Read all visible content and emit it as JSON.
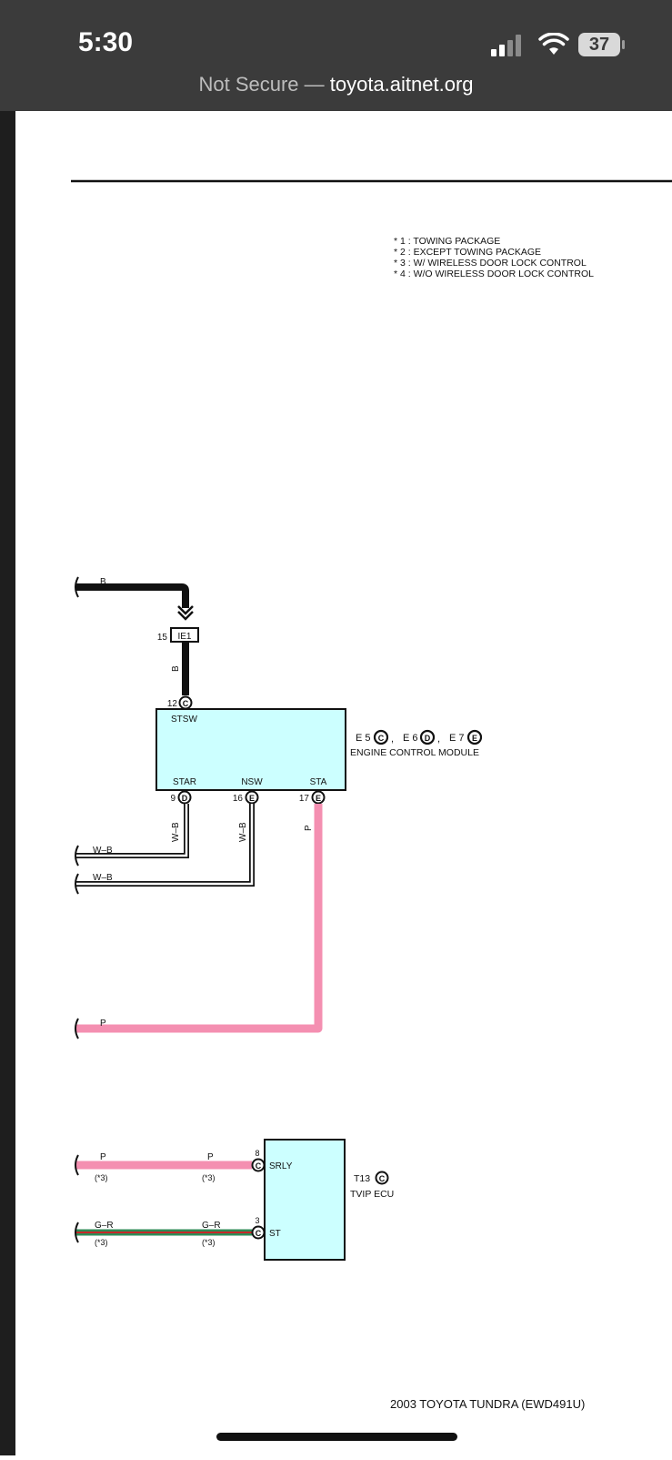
{
  "status_bar": {
    "time": "5:30",
    "battery": "37",
    "url_prefix": "Not Secure — ",
    "url_host": "toyota.aitnet.org"
  },
  "notes": [
    "* 1 : TOWING PACKAGE",
    "* 2 : EXCEPT TOWING PACKAGE",
    "* 3 : W/ WIRELESS DOOR LOCK CONTROL",
    "* 4 : W/O WIRELESS DOOR LOCK CONTROL"
  ],
  "ecm": {
    "name": "ENGINE CONTROL MODULE",
    "connectors": [
      "E 5",
      "C",
      "E 6",
      "D",
      "E 7",
      "E"
    ],
    "pins": {
      "stsw": {
        "label": "STSW",
        "num": "12",
        "conn": "C"
      },
      "star": {
        "label": "STAR",
        "num": "9",
        "conn": "D"
      },
      "nsw": {
        "label": "NSW",
        "num": "16",
        "conn": "E"
      },
      "sta": {
        "label": "STA",
        "num": "17",
        "conn": "E"
      }
    }
  },
  "junction": {
    "id": "IE1",
    "num": "15"
  },
  "wires": {
    "b_top": "B",
    "b_vert": "B",
    "wb1": "W–B",
    "wb1_vert": "W–B",
    "wb2": "W–B",
    "wb2_vert": "W–B",
    "p_vert": "P",
    "p_bottom": "P"
  },
  "tvip": {
    "name": "TVIP ECU",
    "code": "T13",
    "code_conn": "C",
    "srly": {
      "label": "SRLY",
      "num": "8",
      "conn": "C"
    },
    "st": {
      "label": "ST",
      "num": "3",
      "conn": "C"
    },
    "p_wire_left": "P",
    "p_wire_right": "P",
    "gr_wire_left": "G–R",
    "gr_wire_right": "G–R",
    "note": "(*3)"
  },
  "footer": "2003 TOYOTA TUNDRA (EWD491U)",
  "colors": {
    "ecu_fill": "#ccffff",
    "pink_wire": "#f48fb1",
    "green_wire": "#2e8b57",
    "red_wire": "#c62828"
  }
}
